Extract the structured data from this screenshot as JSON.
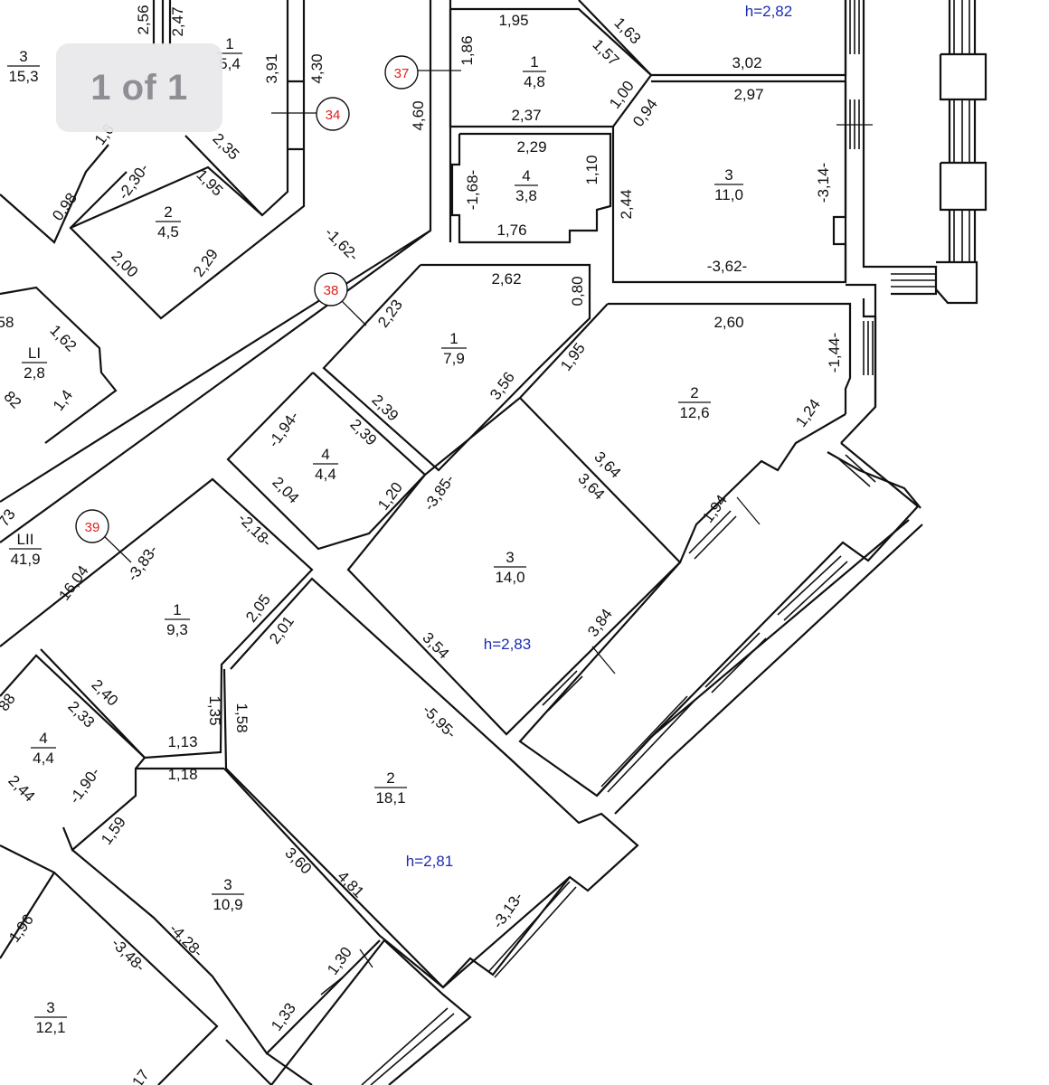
{
  "page_indicator": "1 of 1",
  "heights": [
    {
      "id": "h1",
      "text": "h=2,82"
    },
    {
      "id": "h2",
      "text": "h=2,83"
    },
    {
      "id": "h3",
      "text": "h=2,81"
    }
  ],
  "apartment_markers": [
    "37",
    "34",
    "38",
    "39"
  ],
  "rooms": [
    {
      "id": "r-a1",
      "num": "1",
      "area": "4,8"
    },
    {
      "id": "r-a4",
      "num": "4",
      "area": "3,8"
    },
    {
      "id": "r-a3",
      "num": "3",
      "area": "11,0"
    },
    {
      "id": "r-b1",
      "num": "1",
      "area": "7,9"
    },
    {
      "id": "r-b2",
      "num": "2",
      "area": "12,6"
    },
    {
      "id": "r-b4",
      "num": "4",
      "area": "4,4"
    },
    {
      "id": "r-b3",
      "num": "3",
      "area": "14,0"
    },
    {
      "id": "r-c1",
      "num": "1",
      "area": "9,3"
    },
    {
      "id": "r-c2",
      "num": "2",
      "area": "18,1"
    },
    {
      "id": "r-c4",
      "num": "4",
      "area": "4,4"
    },
    {
      "id": "r-c3",
      "num": "3",
      "area": "10,9"
    },
    {
      "id": "r-d3",
      "num": "3",
      "area": "12,1"
    },
    {
      "id": "r-e3",
      "num": "3",
      "area": "15,3"
    },
    {
      "id": "r-e1",
      "num": "1",
      "area": "5,4"
    },
    {
      "id": "r-e2",
      "num": "2",
      "area": "4,5"
    },
    {
      "id": "r-li",
      "num": "LI",
      "area": "2,8"
    },
    {
      "id": "r-lii",
      "num": "LII",
      "area": "41,9"
    }
  ],
  "dimensions": [
    "1,95",
    "1,63",
    "1,86",
    "1,57",
    "3,02",
    "1,00",
    "2,37",
    "2,97",
    "0,94",
    "2,29",
    "1,10",
    "-1,68-",
    "1,76",
    "2,44",
    "-3,14-",
    "-3,62-",
    "2,62",
    "0,80",
    "2,60",
    "2,23",
    "1,95",
    "-1,44-",
    "3,56",
    "2,39",
    "2,39",
    "-1,94-",
    "1,24",
    "3,64",
    "3,64",
    "-3,85-",
    "2,04",
    "1,20",
    "1,94",
    "3,84",
    "3,54",
    "-2,18-",
    "2,05",
    "2,01",
    "-3,83-",
    "16,04",
    "1,35",
    "1,58",
    "2,40",
    "2,33",
    "1,13",
    "1,18",
    "-5,95-",
    "-1,90-",
    "2,44",
    "1,59",
    "3,60",
    "4,81",
    "-3,13-",
    "-4,28-",
    "1,30",
    "1,33",
    "1,96",
    "-3,48-",
    "2,56",
    "2,47",
    "3,91",
    "4,30",
    "4,60",
    "-1,62-",
    "1,62",
    "1,4",
    "0,98",
    "-2,30-",
    "1,95",
    "2,35",
    "2,00",
    "2,29",
    "1,6",
    "58",
    "82",
    "73",
    "88",
    "17"
  ]
}
